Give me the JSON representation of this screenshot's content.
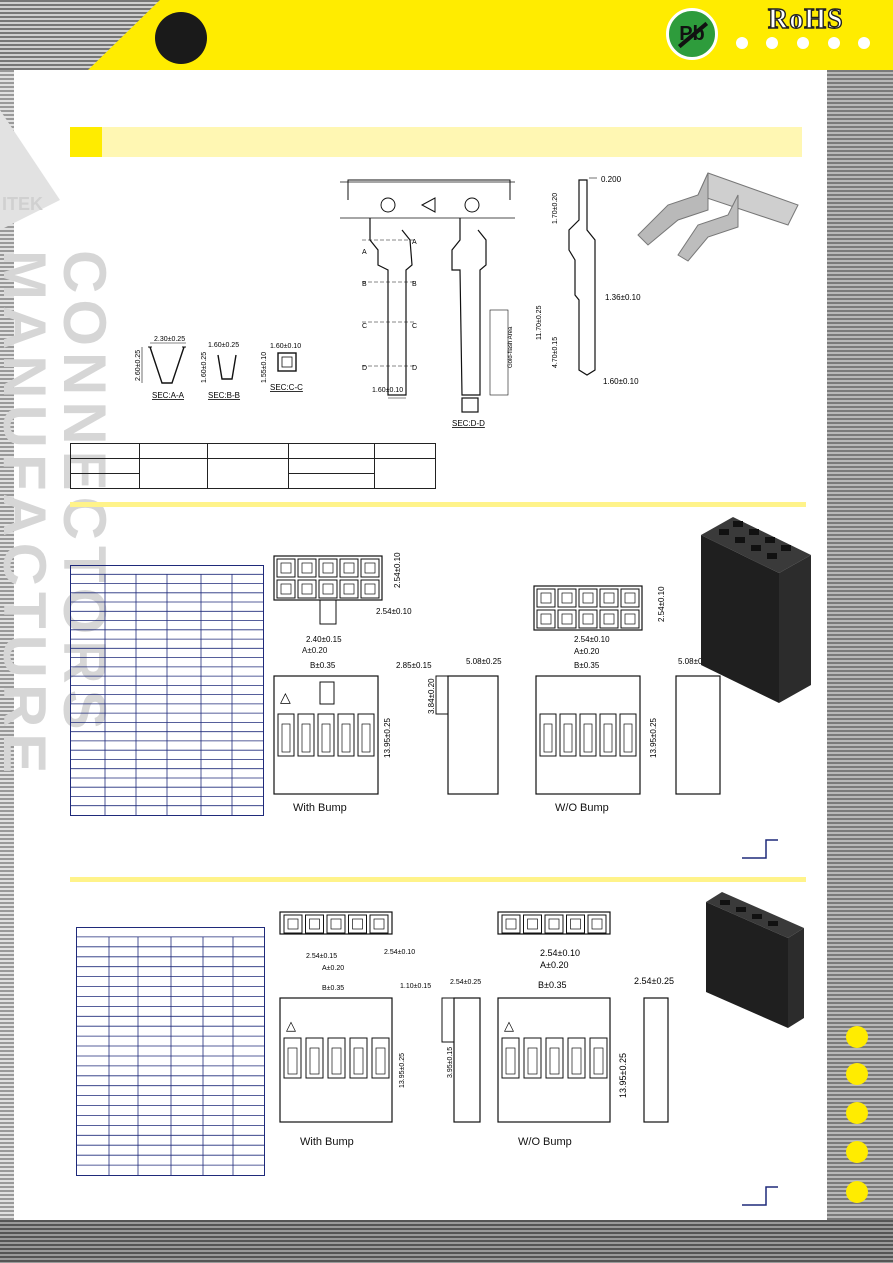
{
  "header": {
    "rohs_label": "RoHS",
    "pb_label": "Pb"
  },
  "watermark": {
    "text": "CONNECTORS MANUFACTURE",
    "logo_text": "ITEK"
  },
  "terminal_drawing": {
    "sections": [
      "SEC:A-A",
      "SEC:B-B",
      "SEC:C-C",
      "SEC:D-D"
    ],
    "dims": {
      "sec_a_width": "2.30±0.25",
      "sec_a_height": "2.60±0.25",
      "sec_b_width": "1.60±0.25",
      "sec_b_height": "1.60±0.25",
      "sec_c_width": "1.60±0.10",
      "sec_c_height": "1.55±0.10",
      "front_width": "1.60±0.10",
      "side_top": "0.200",
      "side_a": "1.70±0.20",
      "side_total": "11.70±0.25",
      "side_b": "1.36±0.10",
      "side_c": "4.70±0.15",
      "side_d": "1.60±0.10",
      "gold_area": "Gold-flash Area"
    },
    "section_labels": [
      "A",
      "B",
      "C",
      "D"
    ]
  },
  "housing_dual": {
    "captions": {
      "with_bump": "With  Bump",
      "wo_bump": "W/O  Bump"
    },
    "dims": {
      "pitch_v": "2.54±0.10",
      "pitch_h": "2.54±0.10",
      "center": "2.40±0.15",
      "a": "A±0.20",
      "b": "B±0.35",
      "bump_w": "2.85±0.15",
      "depth": "5.08±0.25",
      "bump_h": "3.84±0.20",
      "height": "13.95±0.25",
      "r_pitch_v": "2.54±0.10",
      "r_pitch_h": "2.54±0.10",
      "r_a": "A±0.20",
      "r_b": "B±0.35",
      "r_depth": "5.08±0.25",
      "r_height": "13.95±0.25"
    }
  },
  "housing_single": {
    "captions": {
      "with_bump": "With  Bump",
      "wo_bump": "W/O  Bump"
    },
    "dims": {
      "pitch_small": "2.54±0.10",
      "center": "2.54±0.15",
      "a": "A±0.20",
      "b": "B±0.35",
      "bump_w": "1.10±0.15",
      "depth": "2.54±0.25",
      "bump_h": "3.95±0.15",
      "height": "13.95±0.25",
      "r_pitch": "2.54±0.10",
      "r_a": "A±0.20",
      "r_b": "B±0.35",
      "r_depth": "2.54±0.25",
      "r_height": "13.95±0.25"
    }
  },
  "colors": {
    "yellow": "#ffec00",
    "green": "#2e9c3c",
    "table_blue": "#1f2a7a"
  }
}
